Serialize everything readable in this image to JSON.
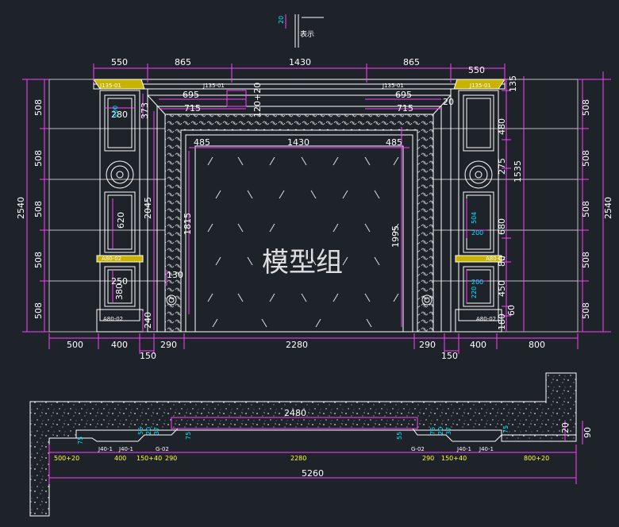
{
  "legend": {
    "value": "20",
    "text": "表示"
  },
  "top_dims": [
    "550",
    "865",
    "1430",
    "865",
    "550"
  ],
  "left_dims": [
    "508",
    "508",
    "508",
    "508",
    "508"
  ],
  "left_total": "2540",
  "right_dims": [
    "508",
    "508",
    "508",
    "508",
    "508"
  ],
  "right_total": "2540",
  "right_inner_dims": [
    "135",
    "480",
    "275",
    "680",
    "80",
    "450",
    "60",
    "180"
  ],
  "right_inner_total": "1535",
  "bottom_dims": [
    "500",
    "400",
    "290",
    "2280",
    "290",
    "400",
    "800"
  ],
  "bottom_sub": [
    "150",
    "150"
  ],
  "profile_labels": [
    "J135-01",
    "J135-01",
    "J135-01",
    "J135-01"
  ],
  "inner_dims": {
    "d373": "373",
    "d695a": "695",
    "d715a": "715",
    "d120": "120+20",
    "d695b": "695",
    "d715b": "715",
    "d20": "20",
    "d485a": "485",
    "d1430": "1430",
    "d485b": "485",
    "d2045": "2045",
    "d1815": "1815",
    "d1995": "1995",
    "d280": "280",
    "d620": "620",
    "d250": "250",
    "d380": "380",
    "d130": "130",
    "d240": "240"
  },
  "right_col_labels": [
    "504",
    "200",
    "220",
    "200",
    "200"
  ],
  "base_labels": [
    "A80-02",
    "A80-02",
    "A80-02",
    "A80-02"
  ],
  "watermark": "模型组",
  "plan": {
    "span": "2480",
    "total": "5260",
    "segments": [
      "500+20",
      "400",
      "150+40",
      "290",
      "2280",
      "290",
      "150+40",
      "800+20"
    ],
    "right_dims": [
      "20",
      "90"
    ],
    "small": [
      "75",
      "55",
      "20",
      "37",
      "75",
      "55",
      "75",
      "20",
      "37",
      "75"
    ],
    "parts": [
      "J40-1",
      "J40-1",
      "G-02",
      "G-02",
      "J40-1",
      "J40-1"
    ]
  }
}
